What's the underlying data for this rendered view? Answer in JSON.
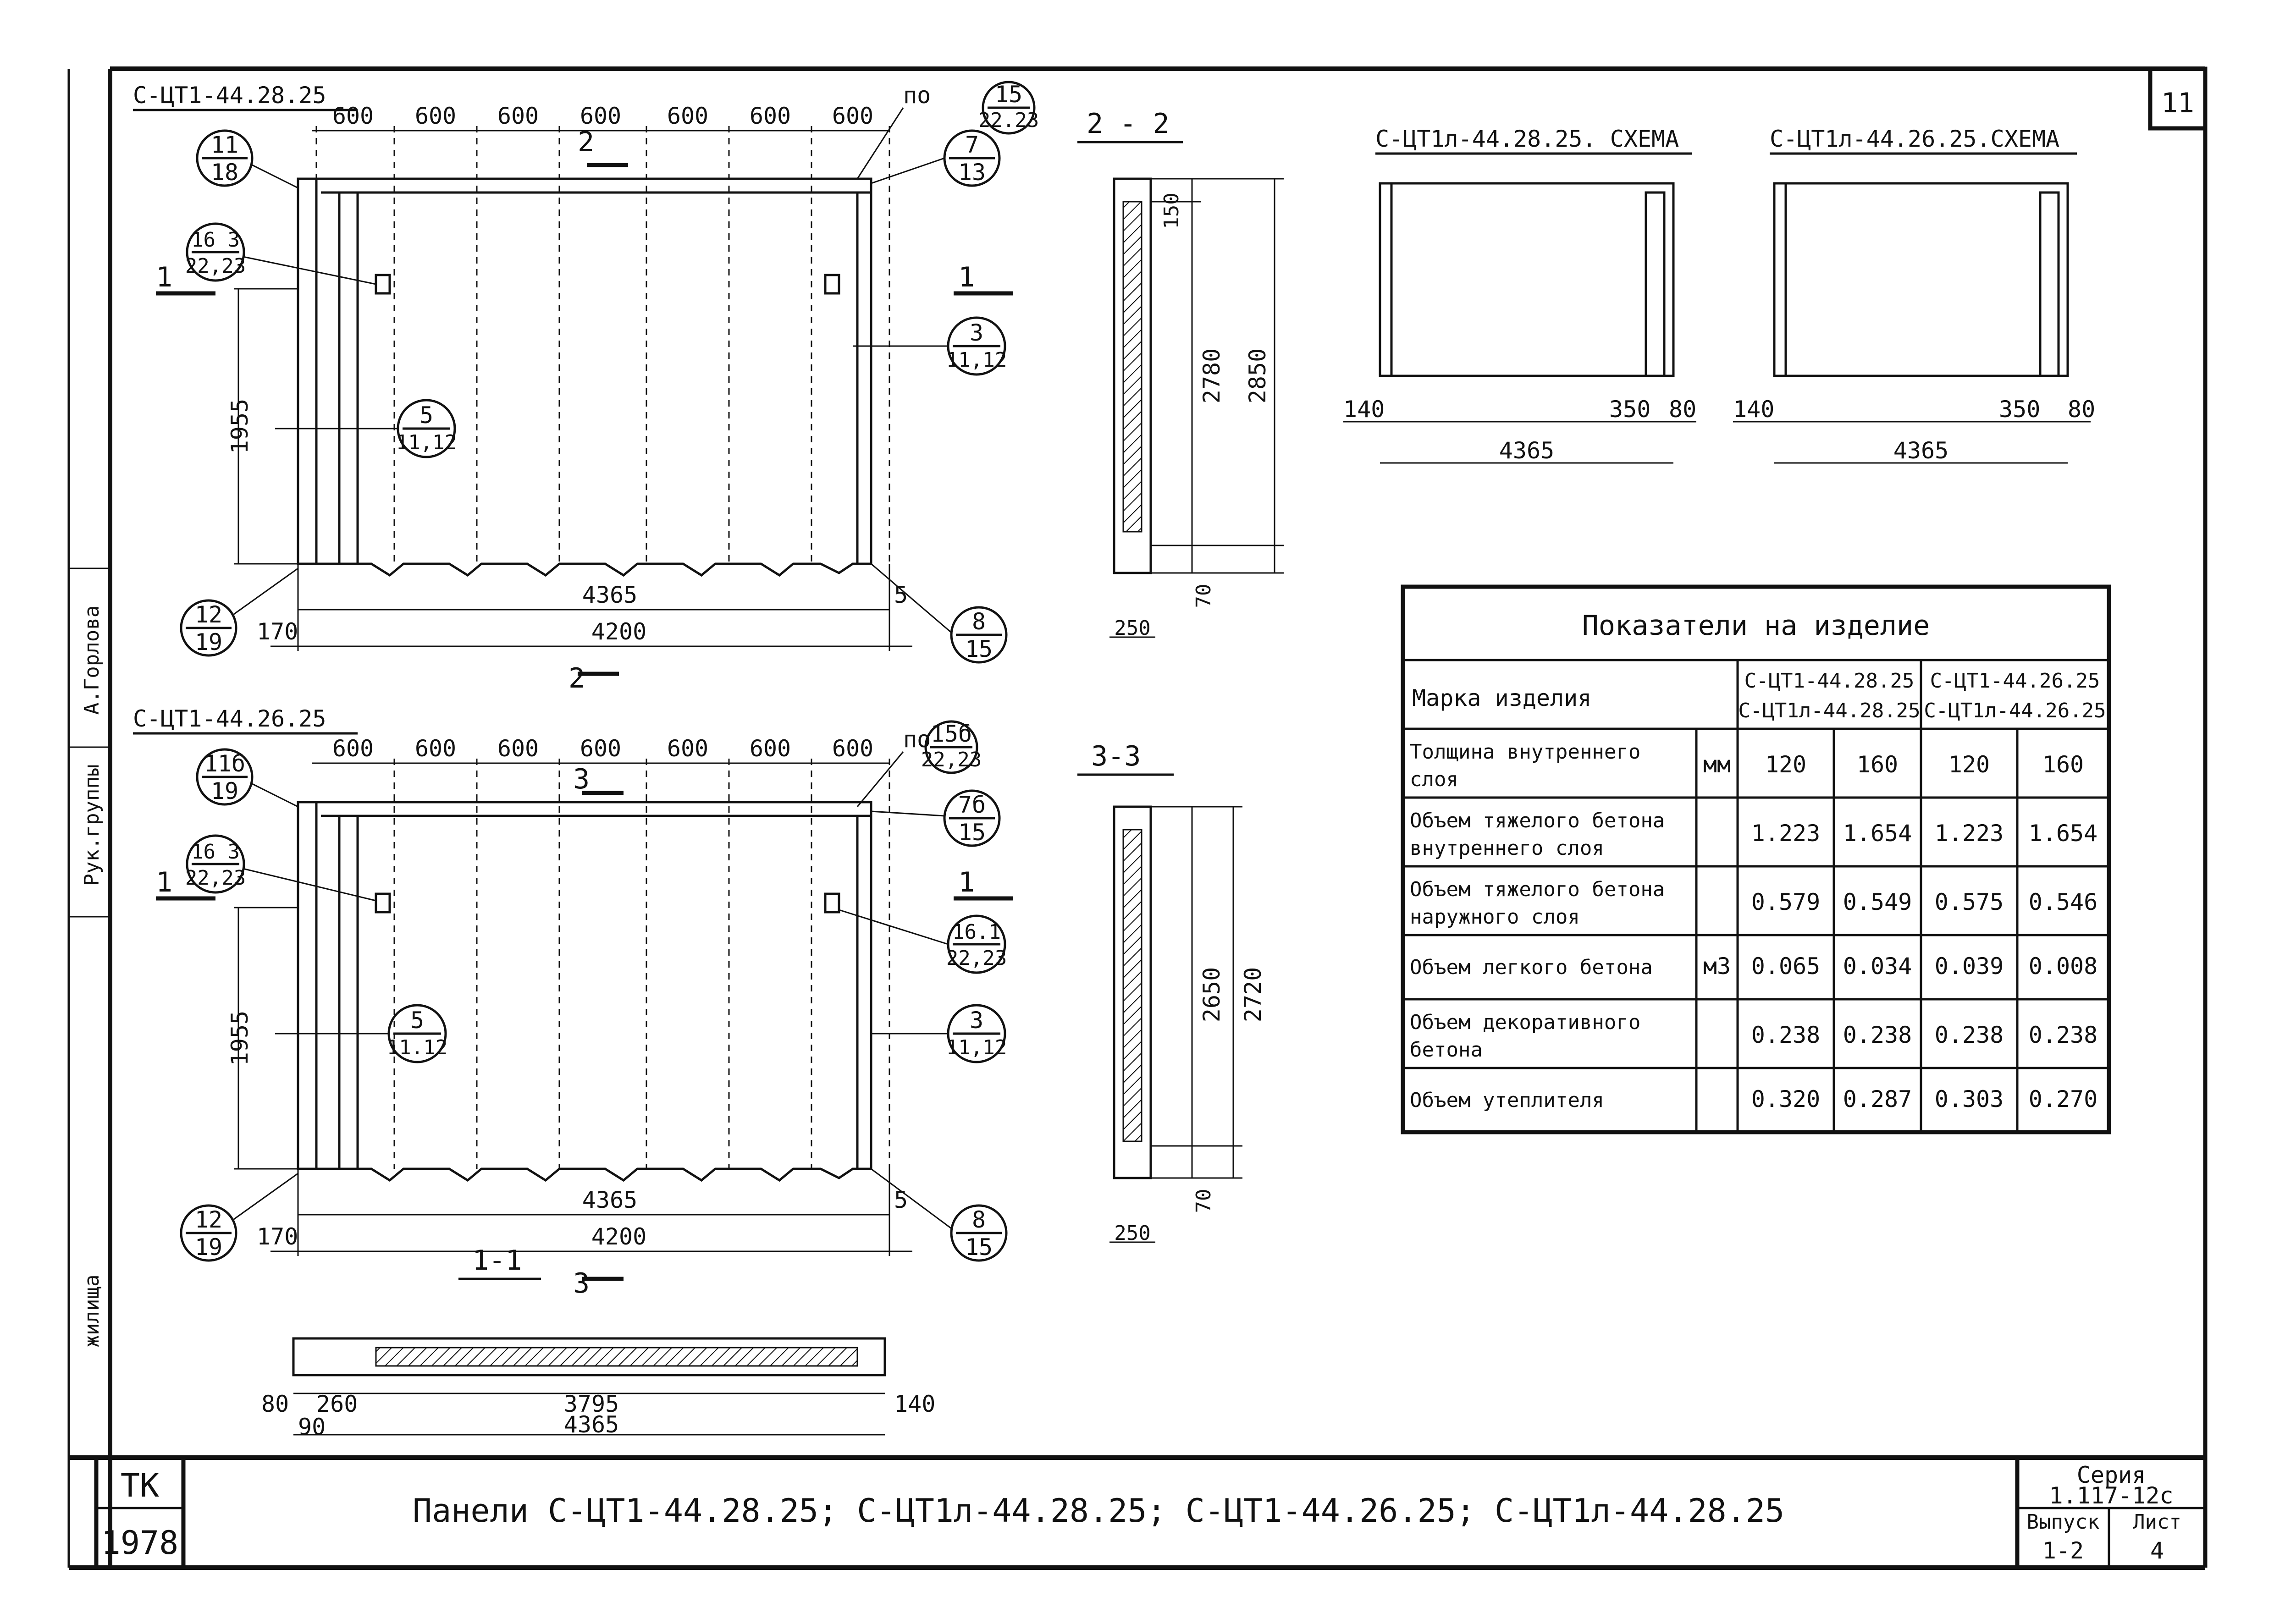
{
  "sheet_number": "11",
  "panel_top": {
    "mark": "С-ЦТ1-44.28.25",
    "spacing": [
      "600",
      "600",
      "600",
      "600",
      "600",
      "600",
      "600"
    ],
    "dim_1955": "1955",
    "dim_4365": "4365",
    "dim_4200": "4200",
    "dim_170": "170",
    "dim_5": "5",
    "section_2": "2",
    "section_1": "1",
    "callouts": [
      {
        "num": "11",
        "den": "18"
      },
      {
        "num": "16 3",
        "den": "22,23"
      },
      {
        "num": "5",
        "den": "11,12"
      },
      {
        "num": "12",
        "den": "19"
      },
      {
        "num": "15",
        "den": "22.23",
        "prefix": "по"
      },
      {
        "num": "7",
        "den": "13"
      },
      {
        "num": "3",
        "den": "11,12"
      },
      {
        "num": "8",
        "den": "15"
      }
    ]
  },
  "panel_bottom": {
    "mark": "С-ЦТ1-44.26.25",
    "spacing": [
      "600",
      "600",
      "600",
      "600",
      "600",
      "600",
      "600"
    ],
    "dim_1955": "1955",
    "dim_4365": "4365",
    "dim_4200": "4200",
    "dim_170": "170",
    "dim_5": "5",
    "section_3": "3",
    "section_1": "1",
    "callouts": [
      {
        "num": "11б",
        "den": "19"
      },
      {
        "num": "16 3",
        "den": "22,23"
      },
      {
        "num": "5",
        "den": "11.12"
      },
      {
        "num": "12",
        "den": "19"
      },
      {
        "num": "15б",
        "den": "22,23",
        "prefix": "по"
      },
      {
        "num": "7б",
        "den": "15"
      },
      {
        "num": "16.1",
        "den": "22,23"
      },
      {
        "num": "3",
        "den": "11,12"
      },
      {
        "num": "8",
        "den": "15"
      }
    ]
  },
  "section_2_2": {
    "title": "2 - 2",
    "d150": "150",
    "d2780": "2780",
    "d2850": "2850",
    "d70": "70",
    "d250": "250"
  },
  "section_3_3": {
    "title": "3-3",
    "d2650": "2650",
    "d2720": "2720",
    "d70": "70",
    "d250": "250"
  },
  "section_1_1": {
    "title": "1-1",
    "d80": "80",
    "d260": "260",
    "d3795": "3795",
    "d140": "140",
    "d90": "90",
    "d4365": "4365"
  },
  "scheme_left": {
    "title": "С-ЦТ1л-44.28.25. СХЕМА",
    "d140": "140",
    "d350": "350",
    "d80": "80",
    "d4365": "4365"
  },
  "scheme_right": {
    "title": "С-ЦТ1л-44.26.25.СХЕМА",
    "d140": "140",
    "d350": "350",
    "d80": "80",
    "d4365": "4365"
  },
  "table": {
    "title": "Показатели на изделие",
    "mark_header": "Марка изделия",
    "col_group_1": [
      "С-ЦТ1-44.28.25",
      "С-ЦТ1л-44.28.25"
    ],
    "col_group_2": [
      "С-ЦТ1-44.26.25",
      "С-ЦТ1л-44.26.25"
    ],
    "rows": [
      {
        "label": [
          "Толщина внутреннего",
          "слоя"
        ],
        "unit": "мм",
        "values": [
          "120",
          "160",
          "120",
          "160"
        ]
      },
      {
        "label": [
          "Объем тяжелого бетона",
          "внутреннего слоя"
        ],
        "unit": "",
        "values": [
          "1.223",
          "1.654",
          "1.223",
          "1.654"
        ]
      },
      {
        "label": [
          "Объем тяжелого бетона",
          "наружного слоя"
        ],
        "unit": "",
        "values": [
          "0.579",
          "0.549",
          "0.575",
          "0.546"
        ]
      },
      {
        "label": [
          "Объем легкого бетона"
        ],
        "unit": "м3",
        "values": [
          "0.065",
          "0.034",
          "0.039",
          "0.008"
        ]
      },
      {
        "label": [
          "Объем декоративного",
          "бетона"
        ],
        "unit": "",
        "values": [
          "0.238",
          "0.238",
          "0.238",
          "0.238"
        ]
      },
      {
        "label": [
          "Объем утеплителя"
        ],
        "unit": "",
        "values": [
          "0.320",
          "0.287",
          "0.303",
          "0.270"
        ]
      }
    ]
  },
  "left_strip": {
    "name": "А.Горлова",
    "role": "Рук.группы",
    "bottom": "жилища"
  },
  "title_block": {
    "org": "ТК",
    "year": "1978",
    "title": "Панели  С-ЦТ1-44.28.25; С-ЦТ1л-44.28.25; С-ЦТ1-44.26.25; С-ЦТ1л-44.28.25",
    "series_label": "Серия",
    "series_value": "1.117-12с",
    "issue_label": "Выпуск",
    "issue_value": "1-2",
    "sheet_label": "Лист",
    "sheet_value": "4"
  }
}
